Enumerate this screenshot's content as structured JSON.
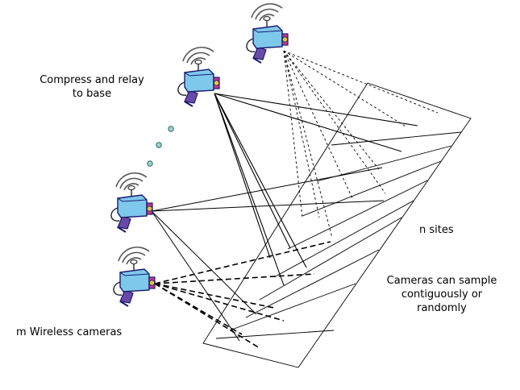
{
  "labels": {
    "compress": [
      "Compress and relay",
      "to base"
    ],
    "sites": "n sites",
    "sample": [
      "Cameras can sample",
      "contiguously or",
      "randomly"
    ],
    "cameras": "m Wireless cameras"
  },
  "colors": {
    "camera_body": "#7ec8ec",
    "camera_outline": "#1a1a6e",
    "mount": "#6a4aa8",
    "lens": "#e8c23a",
    "relay_dot": "#9fd3c7"
  },
  "icons": [
    "wireless-camera-icon",
    "antenna-icon",
    "relay-dot-icon"
  ]
}
